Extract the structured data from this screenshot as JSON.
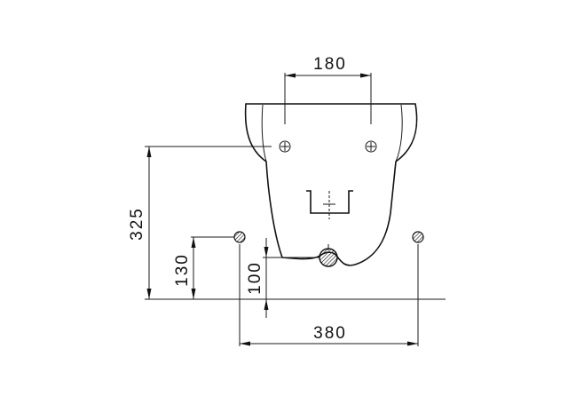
{
  "drawing": {
    "dimensions": {
      "top_width": "180",
      "total_height": "325",
      "pipe_height": "130",
      "drain_height": "100",
      "pipe_spacing": "380"
    },
    "colors": {
      "line": "#111111",
      "background": "#ffffff",
      "hatch": "#111111"
    }
  }
}
